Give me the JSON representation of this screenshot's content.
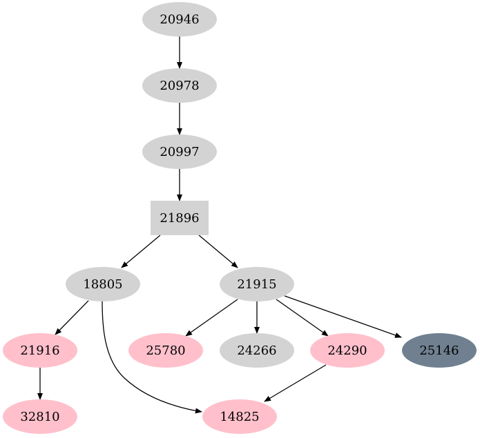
{
  "graph": {
    "nodes": [
      {
        "id": "n20946",
        "label": "20946",
        "shape": "ellipse",
        "fill": "#d3d3d3",
        "text_color": "#000000"
      },
      {
        "id": "n20978",
        "label": "20978",
        "shape": "ellipse",
        "fill": "#d3d3d3",
        "text_color": "#000000"
      },
      {
        "id": "n20997",
        "label": "20997",
        "shape": "ellipse",
        "fill": "#d3d3d3",
        "text_color": "#000000"
      },
      {
        "id": "n21896",
        "label": "21896",
        "shape": "box",
        "fill": "#d3d3d3",
        "text_color": "#000000"
      },
      {
        "id": "n18805",
        "label": "18805",
        "shape": "ellipse",
        "fill": "#d3d3d3",
        "text_color": "#000000"
      },
      {
        "id": "n21915",
        "label": "21915",
        "shape": "ellipse",
        "fill": "#d3d3d3",
        "text_color": "#000000"
      },
      {
        "id": "n21916",
        "label": "21916",
        "shape": "ellipse",
        "fill": "#ffc0cb",
        "text_color": "#000000"
      },
      {
        "id": "n25780",
        "label": "25780",
        "shape": "ellipse",
        "fill": "#ffc0cb",
        "text_color": "#000000"
      },
      {
        "id": "n24266",
        "label": "24266",
        "shape": "ellipse",
        "fill": "#d3d3d3",
        "text_color": "#000000"
      },
      {
        "id": "n24290",
        "label": "24290",
        "shape": "ellipse",
        "fill": "#ffc0cb",
        "text_color": "#000000"
      },
      {
        "id": "n25146",
        "label": "25146",
        "shape": "ellipse",
        "fill": "#708090",
        "text_color": "#000000"
      },
      {
        "id": "n32810",
        "label": "32810",
        "shape": "ellipse",
        "fill": "#ffc0cb",
        "text_color": "#000000"
      },
      {
        "id": "n14825",
        "label": "14825",
        "shape": "ellipse",
        "fill": "#ffc0cb",
        "text_color": "#000000"
      }
    ],
    "edges": [
      {
        "from": "20946",
        "to": "20978"
      },
      {
        "from": "20978",
        "to": "20997"
      },
      {
        "from": "20997",
        "to": "21896"
      },
      {
        "from": "21896",
        "to": "18805"
      },
      {
        "from": "21896",
        "to": "21915"
      },
      {
        "from": "18805",
        "to": "21916"
      },
      {
        "from": "18805",
        "to": "14825"
      },
      {
        "from": "21915",
        "to": "25780"
      },
      {
        "from": "21915",
        "to": "24266"
      },
      {
        "from": "21915",
        "to": "24290"
      },
      {
        "from": "21915",
        "to": "25146"
      },
      {
        "from": "21916",
        "to": "32810"
      },
      {
        "from": "24290",
        "to": "14825"
      }
    ]
  }
}
